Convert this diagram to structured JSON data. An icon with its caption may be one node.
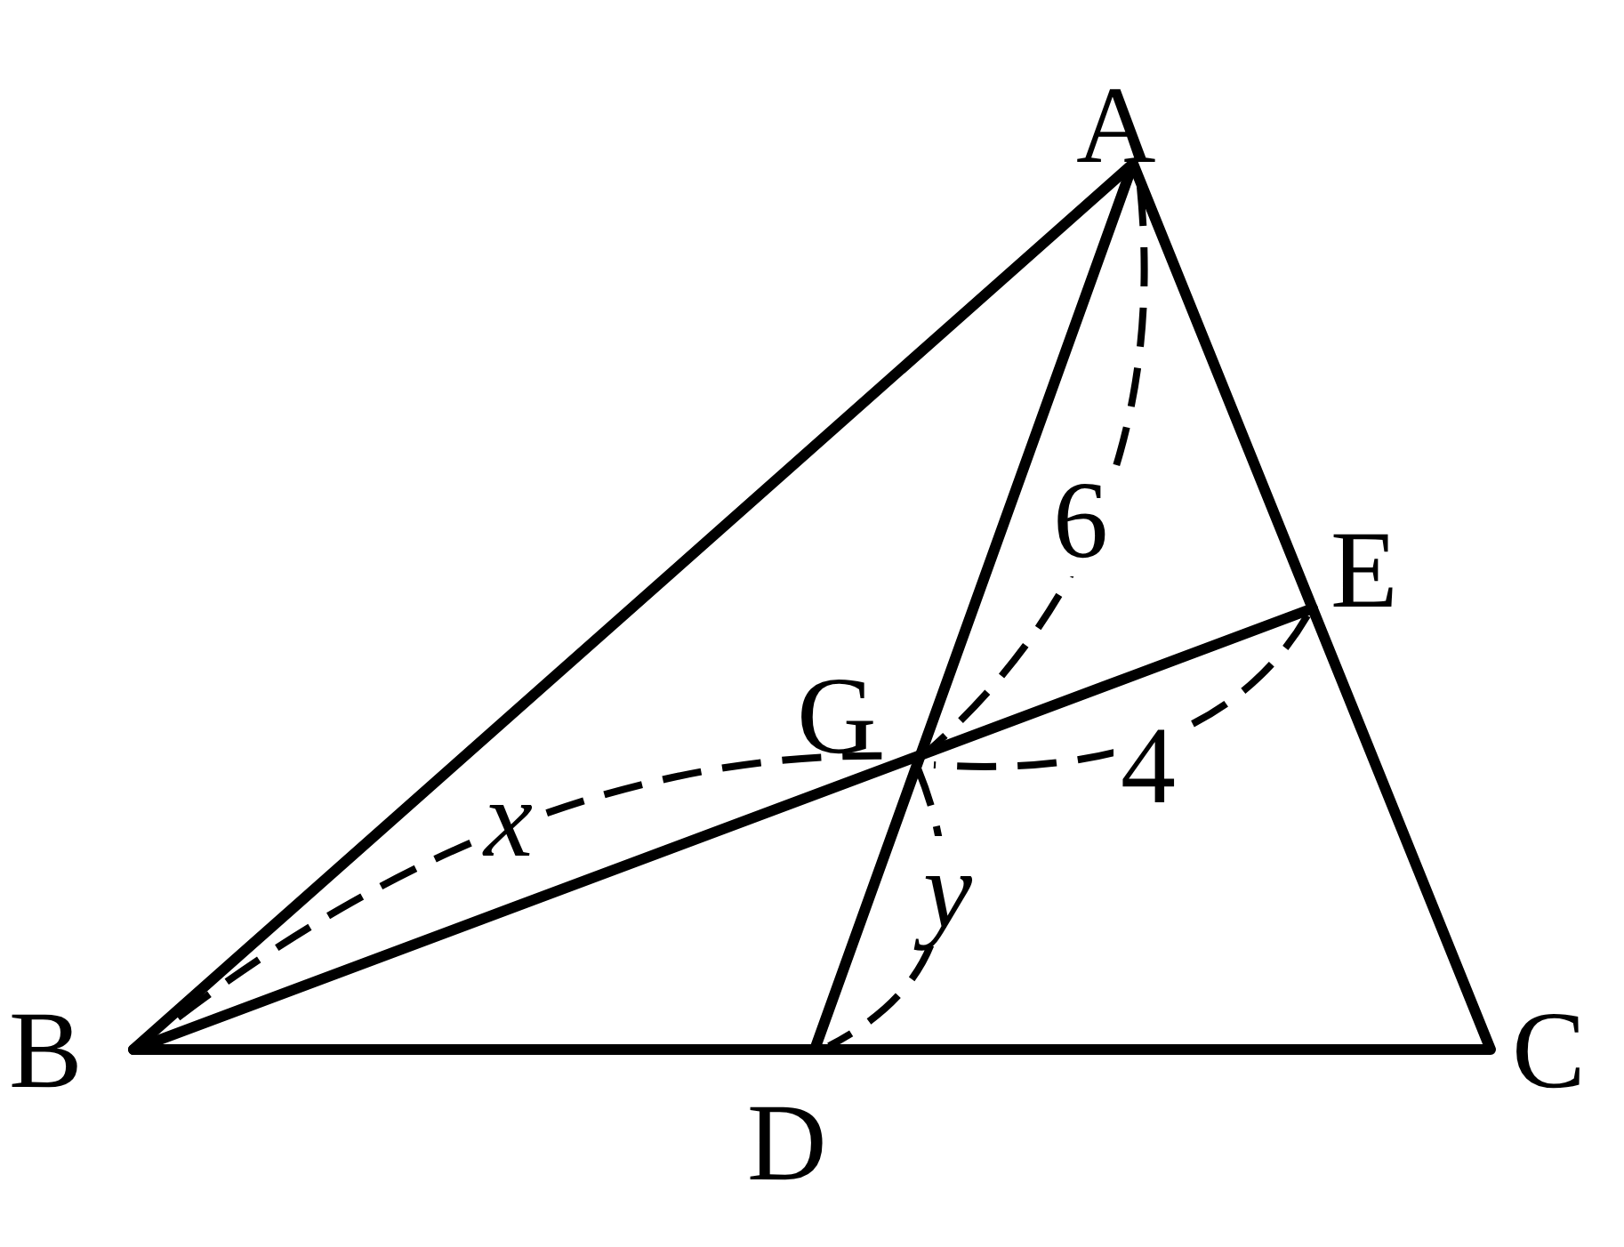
{
  "diagram": {
    "labels": [
      "A",
      "6",
      "E",
      "G",
      "4",
      "x",
      "y",
      "B",
      "D",
      "C"
    ]
  }
}
